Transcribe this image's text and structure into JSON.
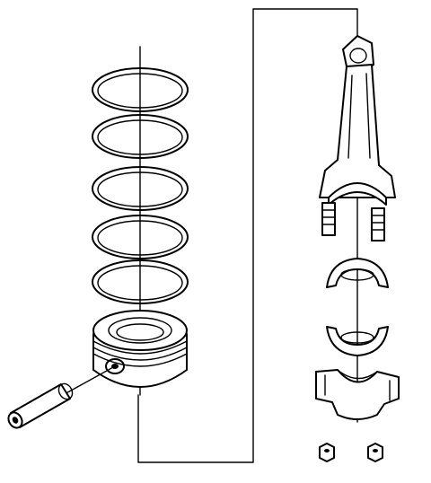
{
  "diagram": {
    "parts": [
      {
        "id": "piston-ring",
        "count": 5
      },
      {
        "id": "piston",
        "count": 1
      },
      {
        "id": "piston-pin",
        "count": 1
      },
      {
        "id": "connecting-rod",
        "count": 1
      },
      {
        "id": "rod-bearing-upper",
        "count": 1
      },
      {
        "id": "rod-bearing-lower",
        "count": 1
      },
      {
        "id": "rod-cap",
        "count": 1
      },
      {
        "id": "rod-nut",
        "count": 2
      }
    ],
    "colors": {
      "ink": "#000000",
      "background": "#ffffff"
    }
  }
}
